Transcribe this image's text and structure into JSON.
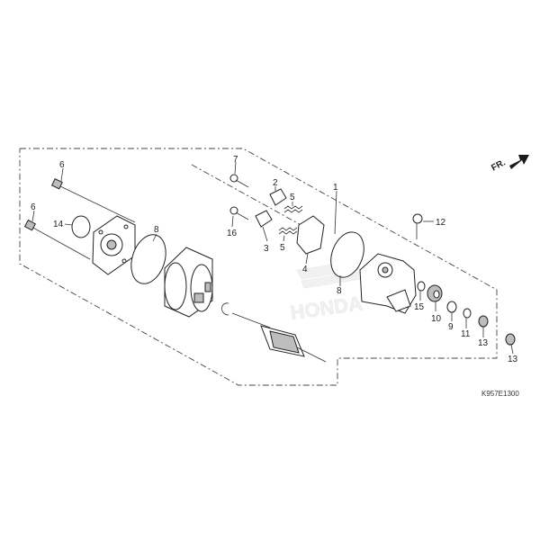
{
  "orientation": {
    "label": "FR.",
    "arrow_color": "#1a1a1a"
  },
  "callouts": [
    "1",
    "2",
    "3",
    "4",
    "5",
    "5",
    "6",
    "6",
    "7",
    "8",
    "8",
    "9",
    "10",
    "11",
    "12",
    "13",
    "13",
    "14",
    "15",
    "16"
  ],
  "watermark": "HONDA",
  "drawing_code": "K957E1300",
  "colors": {
    "line": "#222222",
    "shade": "#bdbdbd",
    "watermark": "#e6e6e6"
  },
  "icons": {
    "orientation": "arrow-right-icon",
    "watermark": "honda-wing-icon"
  }
}
